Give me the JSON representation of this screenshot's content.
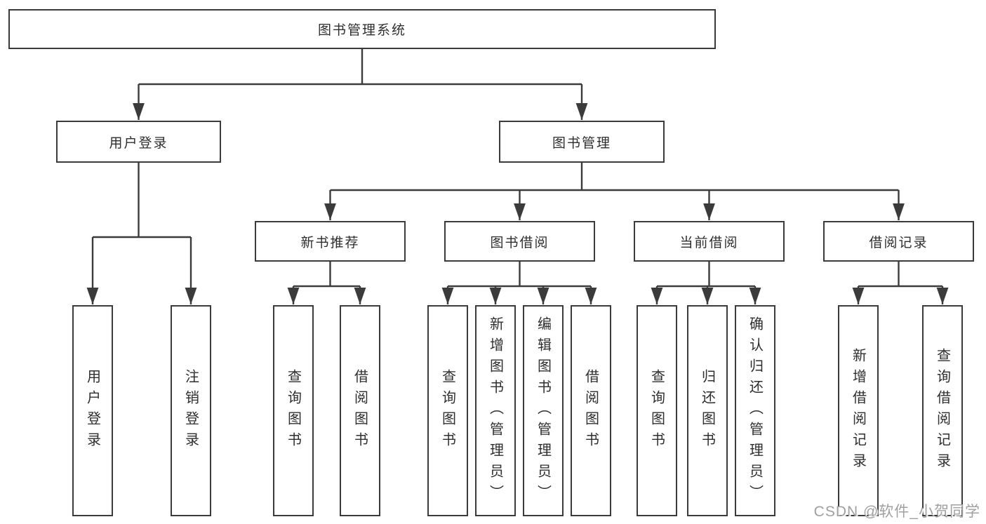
{
  "colors": {
    "line": "#3b3b3b",
    "text": "#2e2e2e",
    "background": "#ffffff",
    "watermark": "#a0a0a0"
  },
  "tree": {
    "root": "图书管理系统",
    "level2": [
      "用户登录",
      "图书管理"
    ],
    "level3": [
      "新书推荐",
      "图书借阅",
      "当前借阅",
      "借阅记录"
    ],
    "leaves": {
      "user_login": [
        "用户登录",
        "注销登录"
      ],
      "new_book": [
        "查询图书",
        "借阅图书"
      ],
      "book_borrow": [
        "查询图书",
        "新增图书（管理员）",
        "编辑图书（管理员）",
        "借阅图书"
      ],
      "current_borrow": [
        "查询图书",
        "归还图书",
        "确认归还（管理员）"
      ],
      "borrow_record": [
        "新增借阅记录",
        "查询借阅记录"
      ]
    }
  },
  "watermark": {
    "text": "CSDN @软件_小贺同学"
  }
}
